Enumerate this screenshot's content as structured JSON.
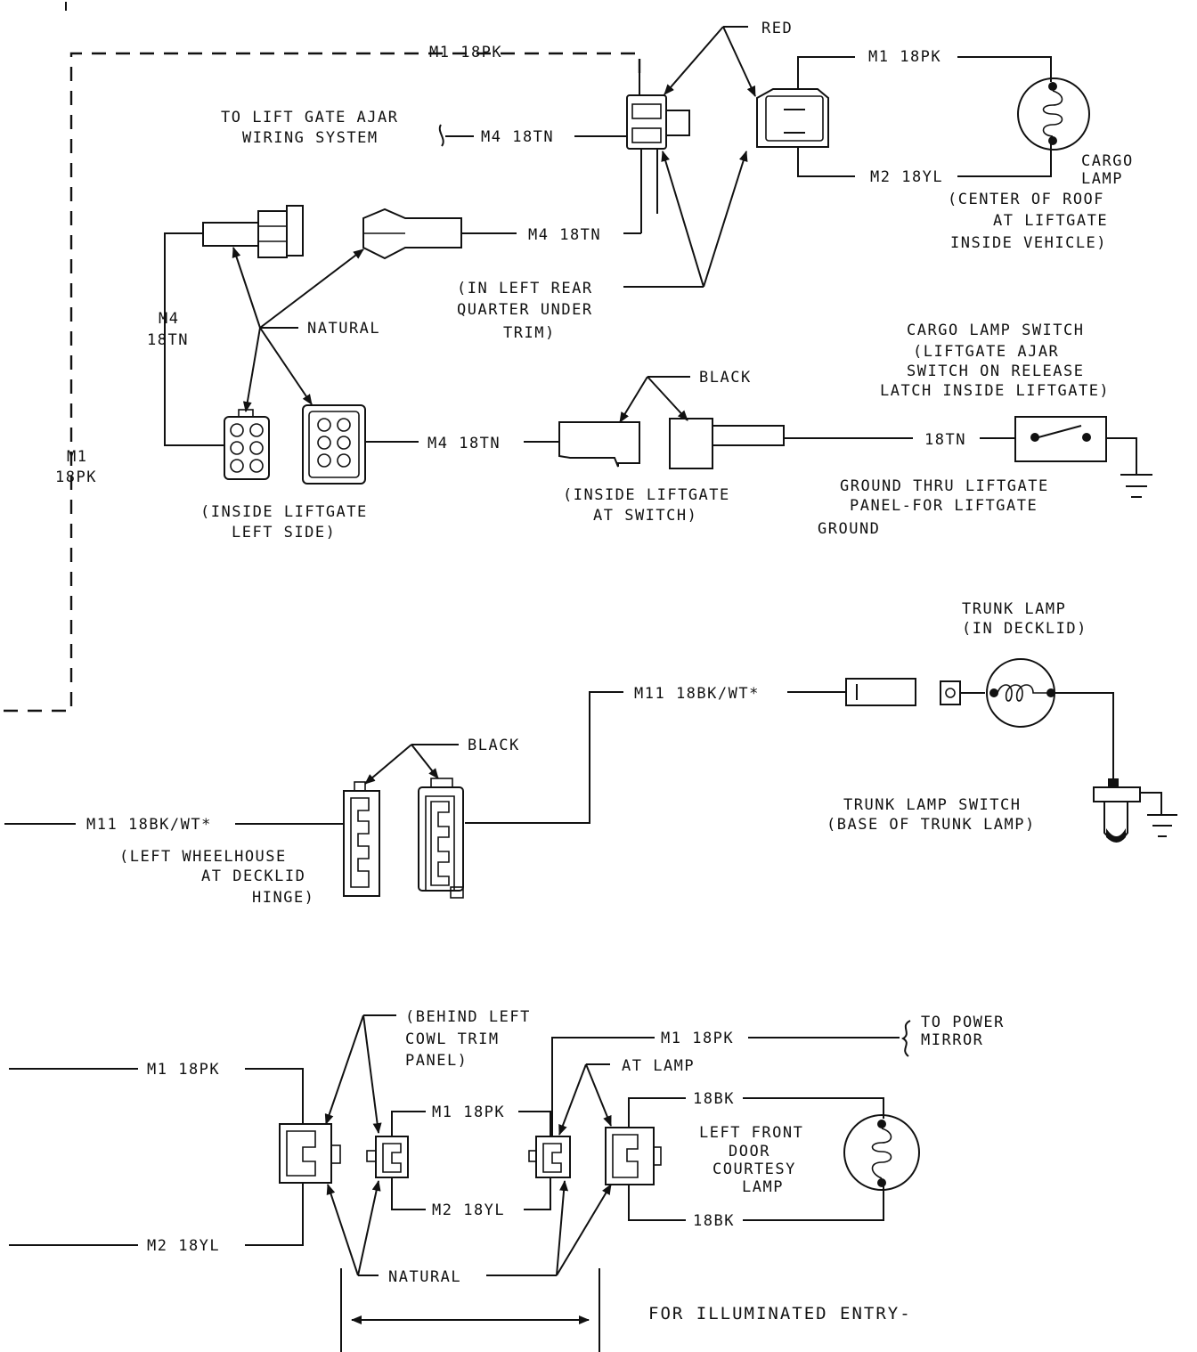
{
  "labels": {
    "red": "RED",
    "m1_top": "M1 18PK",
    "m1_lamp": "M1 18PK",
    "m2_lamp": "M2 18YL",
    "cargo_lamp_1": "CARGO",
    "cargo_lamp_2": "LAMP",
    "cargo_loc_1": "(CENTER OF ROOF",
    "cargo_loc_2": "AT LIFTGATE",
    "cargo_loc_3": "INSIDE VEHICLE)",
    "liftgate_ajar_1": "TO LIFT GATE AJAR",
    "liftgate_ajar_2": "WIRING SYSTEM",
    "m4_ajar": "M4 18TN",
    "m4_mid": "M4 18TN",
    "quarter_1": "(IN LEFT REAR",
    "quarter_2": "QUARTER UNDER",
    "quarter_3": "TRIM)",
    "m4_vert_1": "M4",
    "m4_vert_2": "18TN",
    "natural_top": "NATURAL",
    "m1_left_1": "M1",
    "m1_left_2": "18PK",
    "inside_left_1": "(INSIDE LIFTGATE",
    "inside_left_2": "LEFT SIDE)",
    "m4_low": "M4 18TN",
    "black_1": "BLACK",
    "inside_switch_1": "(INSIDE LIFTGATE",
    "inside_switch_2": "AT SWITCH)",
    "tn_18": "18TN",
    "cls_1": "CARGO LAMP SWITCH",
    "cls_2": "(LIFTGATE AJAR",
    "cls_3": "SWITCH ON RELEASE",
    "cls_4": "LATCH INSIDE LIFTGATE)",
    "ground_1": "GROUND THRU LIFTGATE",
    "ground_2": "PANEL-FOR LIFTGATE",
    "ground_3": "GROUND",
    "trunk_1": "TRUNK LAMP",
    "trunk_2": "(IN DECKLID)",
    "m11_top": "M11 18BK/WT*",
    "black_2": "BLACK",
    "m11_left": "M11 18BK/WT*",
    "wheelhouse_1": "(LEFT WHEELHOUSE",
    "wheelhouse_2": "AT DECKLID",
    "wheelhouse_3": "HINGE)",
    "tls_1": "TRUNK LAMP SWITCH",
    "tls_2": "(BASE OF TRUNK LAMP)",
    "cowl_1": "(BEHIND LEFT",
    "cowl_2": "COWL TRIM",
    "cowl_3": "PANEL)",
    "m1_bl": "M1 18PK",
    "m2_bl": "M2 18YL",
    "m1_bm": "M1 18PK",
    "m2_bm": "M2 18YL",
    "m1_br": "M1 18PK",
    "power_mirror_1": "TO POWER",
    "power_mirror_2": "MIRROR",
    "at_lamp": "AT LAMP",
    "bk_top": "18BK",
    "bk_bot": "18BK",
    "door_1": "LEFT FRONT",
    "door_2": "DOOR",
    "door_3": "COURTESY",
    "door_4": "LAMP",
    "natural_bottom": "NATURAL",
    "illuminated": "FOR ILLUMINATED ENTRY-"
  }
}
